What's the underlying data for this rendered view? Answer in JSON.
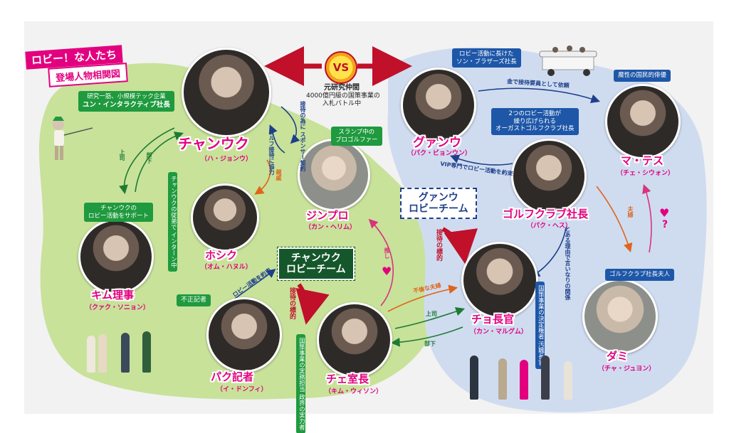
{
  "title": {
    "line1": "ロビー！な人たち",
    "line2": "登場人物相関図"
  },
  "vs": {
    "label": "VS",
    "note_heading": "元研究仲間",
    "note_body_1": "4000億円級の国策事業の",
    "note_body_2": "入札バトル中"
  },
  "teams": {
    "chan": {
      "line1": "チャンウク",
      "line2": "ロビーチーム"
    },
    "gwan": {
      "line1": "グァンウ",
      "line2": "ロビーチーム"
    }
  },
  "characters": {
    "changuk": {
      "name": "チャンウク",
      "actor": "（ハ・ジョンウ）",
      "tag_line1": "研究一筋、小規模テック企業",
      "tag_line2": "ユン・インタラクティブ社長"
    },
    "gwangu": {
      "name": "グァンウ",
      "actor": "（パク・ビョンウン）",
      "tag_line1": "ロビー活動に長けた",
      "tag_line2": "ソン・ブラザーズ社長"
    },
    "jinpro": {
      "name": "ジンプロ",
      "actor": "（カン・ヘリム）",
      "tag_line1": "スランプ中の",
      "tag_line2": "プロゴルファー"
    },
    "hosik": {
      "name": "ホシク",
      "actor": "（オム・ハヌル）",
      "tag": "チャンウクの従弟で インターン中"
    },
    "kim": {
      "name": "キム理事",
      "actor": "（クァク・ソニョン）",
      "tag_line1": "チャンウクの",
      "tag_line2": "ロビー活動をサポート"
    },
    "park": {
      "name": "パク記者",
      "actor": "（イ・ドンフィ）",
      "tag": "不正記者"
    },
    "choe": {
      "name": "チェ室長",
      "actor": "（キム・ウィソン）",
      "tag": "国策事業の実務担当 政界の実力者"
    },
    "cho": {
      "name": "チョ長官",
      "actor": "（カン・マルグム）",
      "tag": "国策事業の決定権者 汚職長官"
    },
    "golf": {
      "name": "ゴルフクラブ社長",
      "actor": "（パク・ヘス）",
      "tag_line1": "2つのロビー活動が",
      "tag_line2": "繰り広げられる",
      "tag_line3": "オーガストゴルフクラブ社長"
    },
    "mates": {
      "name": "マ・テス",
      "actor": "（チェ・シウォン）",
      "tag": "魔性の国民的俳優"
    },
    "dami": {
      "name": "ダミ",
      "actor": "（チャ・ジュヨン）",
      "tag": "ゴルフクラブ社長夫人"
    }
  },
  "relations": {
    "sponsor": "接待の為に スポンサー契約",
    "help": "ゴルフ接待に協力",
    "relatives": "親戚",
    "boss": "上司",
    "subordinate": "部下",
    "lobby_park": "ロビー活動を約束",
    "entertain_chan": "接待の標的",
    "oshi": "推し",
    "affair": "不倫な夫婦",
    "boss2": "上司",
    "subordinate2": "部下",
    "entertain_gwan": "接待の標的",
    "hire": "金で接待要員として依頼",
    "vip": "VIP専門でロビー活動を約束",
    "golf_cho": "とある理由で言いなりの関係",
    "couple": "夫婦"
  },
  "colors": {
    "pink": "#e3007f",
    "green_bg": "#c8e29a",
    "blue_bg": "#cfdcf0",
    "green_tag": "#1f9a3e",
    "blue_tag": "#1e57a8",
    "red": "#c0102a"
  }
}
